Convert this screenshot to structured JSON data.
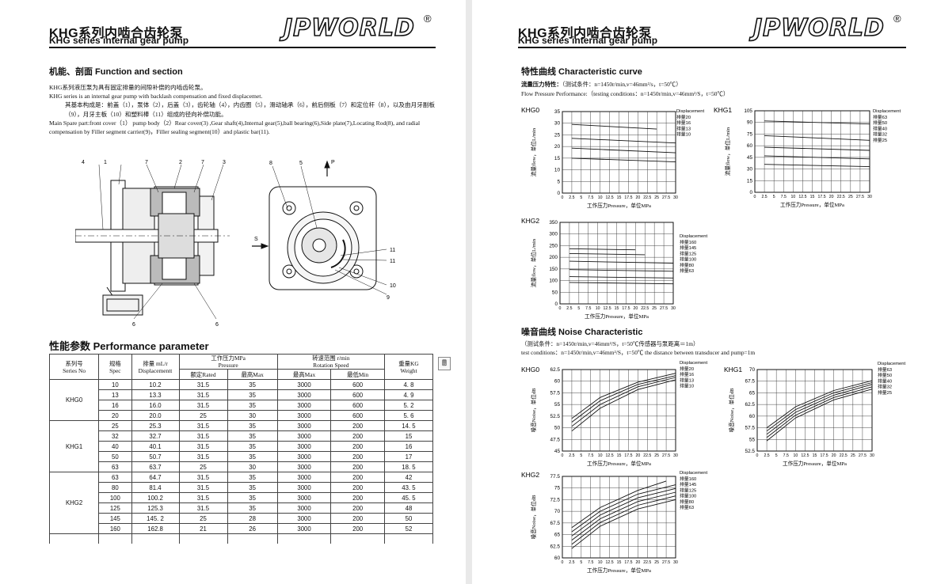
{
  "header": {
    "title_cn": "KHG系列内啮合齿轮泵",
    "title_en": "KHG series internal gear pump",
    "logo": "JPWORLD",
    "reg": "®"
  },
  "left": {
    "function_title": "机能、剖面 Function and section",
    "p1_cn": "KHG系列液压泵为具有固定排量的间隙补偿的内啮齿轮泵。",
    "p1_en": "KHG series is an internal gear pump with backlash compensation and fixed displacemet.",
    "p2_cn": "其基本构成是：前盖（1），泵体（2），后盖（3），齿轮轴（4），内齿圈（5），滑动轴承（6），前后侧板（7）和定位杆（8），以及由月牙副板（9），月牙主板（10）和塑料棒（11）组成的径向补偿功能。",
    "p2_en": "Main Spare part:front cover（1） pump body（2）Rear cover(3) ,Gear shaft(4),Internal gear(5),ball bearing(6),Side plate(7),Locating Rod(8), and radial compensation by Filler segment carrier(9)，Filler sealing segment(10）and plastic bar(11).",
    "section_labels_top": [
      "4",
      "1",
      "7",
      "2",
      "7",
      "3"
    ],
    "section_labels_bottom": [
      "6",
      "6"
    ],
    "front_labels": [
      "8",
      "5",
      "P",
      "S",
      "11",
      "11",
      "10",
      "9"
    ],
    "perf_title": "性能参数 Performance parameter",
    "table": {
      "h_series": "系列号",
      "h_series_en": "Series  No",
      "h_spec": "规格",
      "h_spec_en": "Spec",
      "h_disp": "排量 mL/r",
      "h_disp_en": "Displacementt",
      "h_pressure": "工作压力MPa",
      "h_pressure_en": "Pressure",
      "h_speed": "转速范围 r/min",
      "h_speed_en": "Rotation Speed",
      "h_weight": "重量KG",
      "h_weight_en": "Weight",
      "h_rated": "额定Rated",
      "h_pmax": "最高Max",
      "h_smax": "最高Max",
      "h_smin": "最低Min",
      "groups": [
        {
          "series": "KHG0",
          "rows": [
            [
              "10",
              "10.2",
              "31.5",
              "35",
              "3000",
              "600",
              "4. 8"
            ],
            [
              "13",
              "13.3",
              "31.5",
              "35",
              "3000",
              "600",
              "4. 9"
            ],
            [
              "16",
              "16.0",
              "31.5",
              "35",
              "3000",
              "600",
              "5. 2"
            ],
            [
              "20",
              "20.0",
              "25",
              "30",
              "3000",
              "600",
              "5. 6"
            ]
          ]
        },
        {
          "series": "KHG1",
          "rows": [
            [
              "25",
              "25.3",
              "31.5",
              "35",
              "3000",
              "200",
              "14. 5"
            ],
            [
              "32",
              "32.7",
              "31.5",
              "35",
              "3000",
              "200",
              "15"
            ],
            [
              "40",
              "40.1",
              "31.5",
              "35",
              "3000",
              "200",
              "16"
            ],
            [
              "50",
              "50.7",
              "31.5",
              "35",
              "3000",
              "200",
              "17"
            ],
            [
              "63",
              "63.7",
              "25",
              "30",
              "3000",
              "200",
              "18. 5"
            ]
          ]
        },
        {
          "series": "KHG2",
          "rows": [
            [
              "63",
              "64.7",
              "31.5",
              "35",
              "3000",
              "200",
              "42"
            ],
            [
              "80",
              "81.4",
              "31.5",
              "35",
              "3000",
              "200",
              "43. 5"
            ],
            [
              "100",
              "100.2",
              "31.5",
              "35",
              "3000",
              "200",
              "45. 5"
            ],
            [
              "125",
              "125.3",
              "31.5",
              "35",
              "3000",
              "200",
              "48"
            ],
            [
              "145",
              "145. 2",
              "25",
              "28",
              "3000",
              "200",
              "50"
            ],
            [
              "160",
              "162.8",
              "21",
              "26",
              "3000",
              "200",
              "52"
            ]
          ]
        }
      ]
    },
    "calc_icon": "calculator-icon"
  },
  "right": {
    "char_title": "特性曲线 Characteristic  curve",
    "flow_cond_cn_bold": "流量压力特性：",
    "flow_cond_cn": "（测试条件：n=1450r/min,v=46mm²/s，t=50℃）",
    "flow_cond_en": "Flow  Pressure  Performance:（testing conditions：n=1450r/min,v=46mm²/S，t=50℃）",
    "noise_title": "噪音曲线 Noise Characteristic",
    "noise_cond_cn": "（测试条件：n=1450r/min,v=46mm²/S，t=50℃传感器与泵距离＝1m）",
    "noise_cond_en": "test conditions：n=1450r/min,v=46mm²/S，t=50℃  the  distance between transducer and pump=1m"
  },
  "chart_data": [
    {
      "type": "line",
      "title": "KHG0",
      "panel": "flow",
      "xlabel": "工作压力Pressure，单位MPa",
      "ylabel": "流量flow，单位L/min",
      "xlim": [
        0,
        30
      ],
      "ylim": [
        0,
        35
      ],
      "xticks": [
        "0",
        "2.5",
        "5",
        "7.5",
        "10",
        "12.5",
        "15",
        "17.5",
        "20",
        "22.5",
        "25",
        "27.5",
        "30"
      ],
      "yticks": [
        "0",
        "5",
        "10",
        "15",
        "20",
        "25",
        "30",
        "35"
      ],
      "legend_title": "Displacement",
      "series": [
        {
          "name": "排量20",
          "x": [
            2.5,
            25
          ],
          "y": [
            29.5,
            27.5
          ]
        },
        {
          "name": "排量16",
          "x": [
            2.5,
            30
          ],
          "y": [
            23.5,
            21.5
          ]
        },
        {
          "name": "排量13",
          "x": [
            2.5,
            30
          ],
          "y": [
            19.3,
            17.3
          ]
        },
        {
          "name": "排量10",
          "x": [
            2.5,
            30
          ],
          "y": [
            15.0,
            13.4
          ]
        }
      ]
    },
    {
      "type": "line",
      "title": "KHG1",
      "panel": "flow",
      "xlabel": "工作压力Pressure，单位MPa",
      "ylabel": "流量flow，单位L/min",
      "xlim": [
        0,
        30
      ],
      "ylim": [
        0,
        105
      ],
      "xticks": [
        "0",
        "2.5",
        "5",
        "7.5",
        "10",
        "12.5",
        "15",
        "17.5",
        "20",
        "22.5",
        "25",
        "27.5",
        "30"
      ],
      "yticks": [
        "0",
        "15",
        "30",
        "45",
        "60",
        "75",
        "90",
        "105"
      ],
      "legend_title": "Displacement",
      "series": [
        {
          "name": "排量63",
          "x": [
            2.5,
            30
          ],
          "y": [
            92,
            88
          ]
        },
        {
          "name": "排量50",
          "x": [
            2.5,
            30
          ],
          "y": [
            73,
            67
          ]
        },
        {
          "name": "排量40",
          "x": [
            2.5,
            30
          ],
          "y": [
            58,
            54
          ]
        },
        {
          "name": "排量32",
          "x": [
            2.5,
            30
          ],
          "y": [
            47,
            43
          ]
        },
        {
          "name": "排量25",
          "x": [
            2.5,
            30
          ],
          "y": [
            36,
            33
          ]
        }
      ]
    },
    {
      "type": "line",
      "title": "KHG2",
      "panel": "flow",
      "xlabel": "工作压力Pressure，单位MPa",
      "ylabel": "流量flow，单位L/min",
      "xlim": [
        0,
        30
      ],
      "ylim": [
        0,
        350
      ],
      "xticks": [
        "0",
        "2.5",
        "5",
        "7.5",
        "10",
        "12.5",
        "15",
        "17.5",
        "20",
        "22.5",
        "25",
        "27.5",
        "30"
      ],
      "yticks": [
        "0",
        "50",
        "100",
        "150",
        "200",
        "250",
        "300",
        "350"
      ],
      "legend_title": "Displacement",
      "series": [
        {
          "name": "排量160",
          "x": [
            2.5,
            20
          ],
          "y": [
            237,
            232
          ]
        },
        {
          "name": "排量145",
          "x": [
            2.5,
            22.5
          ],
          "y": [
            216,
            211
          ]
        },
        {
          "name": "排量125",
          "x": [
            2.5,
            30
          ],
          "y": [
            183,
            175
          ]
        },
        {
          "name": "排量100",
          "x": [
            2.5,
            30
          ],
          "y": [
            147,
            140
          ]
        },
        {
          "name": "排量80",
          "x": [
            2.5,
            30
          ],
          "y": [
            117,
            111
          ]
        },
        {
          "name": "排量63",
          "x": [
            2.5,
            30
          ],
          "y": [
            92,
            86
          ]
        }
      ]
    },
    {
      "type": "line",
      "title": "KHG0",
      "panel": "noise",
      "xlabel": "工作压力Pressure，单位MPa",
      "ylabel": "噪音Noise，单位dB",
      "xlim": [
        0,
        30
      ],
      "ylim": [
        45,
        62.5
      ],
      "xticks": [
        "0",
        "2.5",
        "5",
        "7.5",
        "10",
        "12.5",
        "15",
        "17.5",
        "20",
        "22.5",
        "25",
        "27.5",
        "30"
      ],
      "yticks": [
        "45",
        "47.5",
        "50",
        "52.5",
        "55",
        "57.5",
        "60",
        "62.5"
      ],
      "legend_title": "Displacement",
      "series": [
        {
          "name": "排量20",
          "x": [
            2.5,
            10,
            20,
            30
          ],
          "y": [
            52,
            56.5,
            59.8,
            61.7
          ]
        },
        {
          "name": "排量16",
          "x": [
            2.5,
            10,
            20,
            30
          ],
          "y": [
            51.2,
            55.8,
            59.3,
            61.2
          ]
        },
        {
          "name": "排量13",
          "x": [
            2.5,
            10,
            20,
            30
          ],
          "y": [
            50.3,
            55,
            58.8,
            60.8
          ]
        },
        {
          "name": "排量10",
          "x": [
            2.5,
            10,
            20,
            30
          ],
          "y": [
            49.3,
            54.2,
            58.2,
            60.3
          ]
        }
      ]
    },
    {
      "type": "line",
      "title": "KHG1",
      "panel": "noise",
      "xlabel": "工作压力Pressure，单位MPa",
      "ylabel": "噪音Noise，单位dB",
      "xlim": [
        0,
        30
      ],
      "ylim": [
        52.5,
        70
      ],
      "xticks": [
        "0",
        "2.5",
        "5",
        "7.5",
        "10",
        "12.5",
        "15",
        "17.5",
        "20",
        "22.5",
        "25",
        "27.5",
        "30"
      ],
      "yticks": [
        "52.5",
        "55",
        "57.5",
        "60",
        "62.5",
        "65",
        "67.5",
        "70"
      ],
      "legend_title": "Displacement",
      "series": [
        {
          "name": "排量63",
          "x": [
            2.5,
            10,
            20,
            30
          ],
          "y": [
            57.5,
            62,
            65.5,
            67.6
          ]
        },
        {
          "name": "排量50",
          "x": [
            2.5,
            10,
            20,
            30
          ],
          "y": [
            56.8,
            61.4,
            65,
            67.2
          ]
        },
        {
          "name": "排量40",
          "x": [
            2.5,
            10,
            20,
            30
          ],
          "y": [
            56.1,
            60.8,
            64.5,
            66.8
          ]
        },
        {
          "name": "排量32",
          "x": [
            2.5,
            10,
            20,
            30
          ],
          "y": [
            55.4,
            60.2,
            64,
            66.3
          ]
        },
        {
          "name": "排量25",
          "x": [
            2.5,
            10,
            20,
            30
          ],
          "y": [
            54.7,
            59.6,
            63.5,
            65.8
          ]
        }
      ]
    },
    {
      "type": "line",
      "title": "KHG2",
      "panel": "noise",
      "xlabel": "工作压力Pressure，单位MPa",
      "ylabel": "噪音Noise，单位dB",
      "xlim": [
        0,
        30
      ],
      "ylim": [
        60,
        77.5
      ],
      "xticks": [
        "0",
        "2.5",
        "5",
        "7.5",
        "10",
        "12.5",
        "15",
        "17.5",
        "20",
        "22.5",
        "25",
        "27.5",
        "30"
      ],
      "yticks": [
        "60",
        "62.5",
        "65",
        "67.5",
        "70",
        "72.5",
        "75",
        "77.5"
      ],
      "legend_title": "Displacement",
      "series": [
        {
          "name": "排量160",
          "x": [
            2.5,
            10,
            20,
            27.5
          ],
          "y": [
            66.5,
            70.8,
            74.5,
            76.5
          ]
        },
        {
          "name": "排量145",
          "x": [
            2.5,
            10,
            20,
            30
          ],
          "y": [
            65.6,
            70,
            73.7,
            75.7
          ]
        },
        {
          "name": "排量125",
          "x": [
            2.5,
            10,
            20,
            30
          ],
          "y": [
            64.7,
            69.2,
            72.9,
            74.9
          ]
        },
        {
          "name": "排量100",
          "x": [
            2.5,
            10,
            20,
            30
          ],
          "y": [
            63.8,
            68.4,
            72.1,
            74.1
          ]
        },
        {
          "name": "排量80",
          "x": [
            2.5,
            10,
            20,
            30
          ],
          "y": [
            62.9,
            67.6,
            71.3,
            73.3
          ]
        },
        {
          "name": "排量63",
          "x": [
            2.5,
            10,
            20,
            30
          ],
          "y": [
            62,
            66.8,
            70.5,
            72.5
          ]
        }
      ]
    }
  ]
}
